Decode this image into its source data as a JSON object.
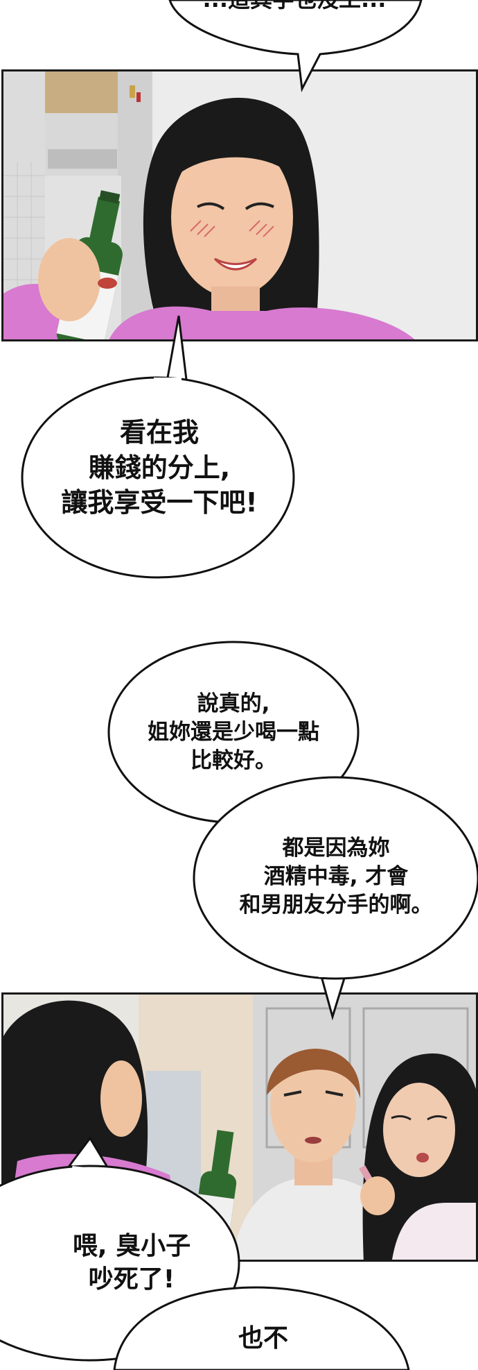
{
  "top_bubble": {
    "line": "...這其字也沒工..."
  },
  "bubble_enjoy": {
    "lines": [
      "看在我",
      "賺錢的分上,",
      "讓我享受一下吧!"
    ]
  },
  "bubble_drink": {
    "lines": [
      "說真的,",
      "姐妳還是少喝一點",
      "比較好。"
    ]
  },
  "bubble_alcohol": {
    "lines": [
      "都是因為妳",
      "酒精中毒, 才會",
      "和男朋友分手的啊。"
    ]
  },
  "bubble_shout": {
    "lines": [
      "喂, 臭小子",
      "吵死了!"
    ]
  },
  "bubble_bottom": {
    "lines": [
      "也不",
      ""
    ]
  },
  "colors": {
    "ink": "#111111",
    "bubble_fill": "#ffffff",
    "shirt_pink": "#d77ad0",
    "bottle_green": "#2f6b2e",
    "wall_grey": "#e6e6e6"
  }
}
